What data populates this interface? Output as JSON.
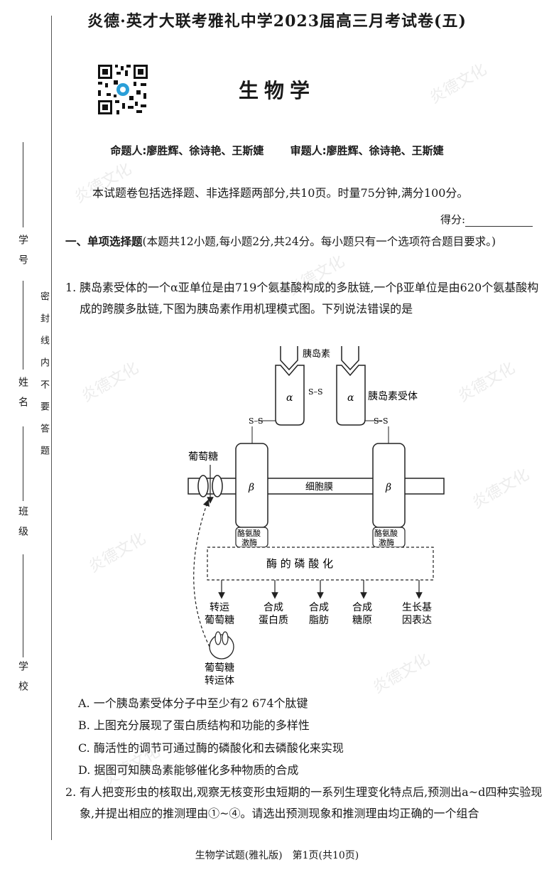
{
  "header": {
    "title": "炎德·英才大联考雅礼中学2023届高三月考试卷(五)",
    "subject": "生物学",
    "setter_label": "命题人:",
    "setters": "廖胜辉、徐诗艳、王斯婕",
    "reviewer_label": "审题人:",
    "reviewers": "廖胜辉、徐诗艳、王斯婕",
    "intro": "本试题卷包括选择题、非选择题两部分,共10页。时量75分钟,满分100分。",
    "score_label": "得分:"
  },
  "binding": {
    "field_school": "学校",
    "field_class": "班级",
    "field_name": "姓名",
    "field_id": "学号",
    "seal_text": "密封线内不要答题"
  },
  "section1": {
    "heading": "一、单项选择题",
    "instruction": "(本题共12小题,每小题2分,共24分。每小题只有一个选项符合题目要求。)"
  },
  "q1": {
    "num": "1.",
    "stem": "胰岛素受体的一个α亚单位是由719个氨基酸构成的多肽链,一个β亚单位是由620个氨基酸构成的跨膜多肽链,下图为胰岛素作用机理模式图。下列说法错误的是",
    "options": [
      "A. 一个胰岛素受体分子中至少有2 674个肽键",
      "B. 上图充分展现了蛋白质结构和功能的多样性",
      "C. 酶活性的调节可通过酶的磷酸化和去磷酸化来实现",
      "D. 据图可知胰岛素能够催化多种物质的合成"
    ]
  },
  "diagram": {
    "insulin": "胰岛素",
    "alpha": "α",
    "beta": "β",
    "ss": "S–S",
    "receptor": "胰岛素受体",
    "glucose": "葡萄糖",
    "membrane": "细胞膜",
    "kinase_line1": "酪氨酸",
    "kinase_line2": "激酶",
    "phospho": "酶 的 磷 酸 化",
    "out1_l1": "转运",
    "out1_l2": "葡萄糖",
    "out2_l1": "合成",
    "out2_l2": "蛋白质",
    "out3_l1": "合成",
    "out3_l2": "脂肪",
    "out4_l1": "合成",
    "out4_l2": "糖原",
    "out5_l1": "生长基",
    "out5_l2": "因表达",
    "transporter_l1": "葡萄糖",
    "transporter_l2": "转运体"
  },
  "q2": {
    "num": "2.",
    "stem": "有人把变形虫的核取出,观察无核变形虫短期的一系列生理变化特点后,预测出a~d四种实验现象,并提出相应的推测理由①~④。请选出预测现象和推测理由均正确的一个组合"
  },
  "footer": "生物学试题(雅礼版)　第1页(共10页)",
  "watermark": "炎德文化"
}
